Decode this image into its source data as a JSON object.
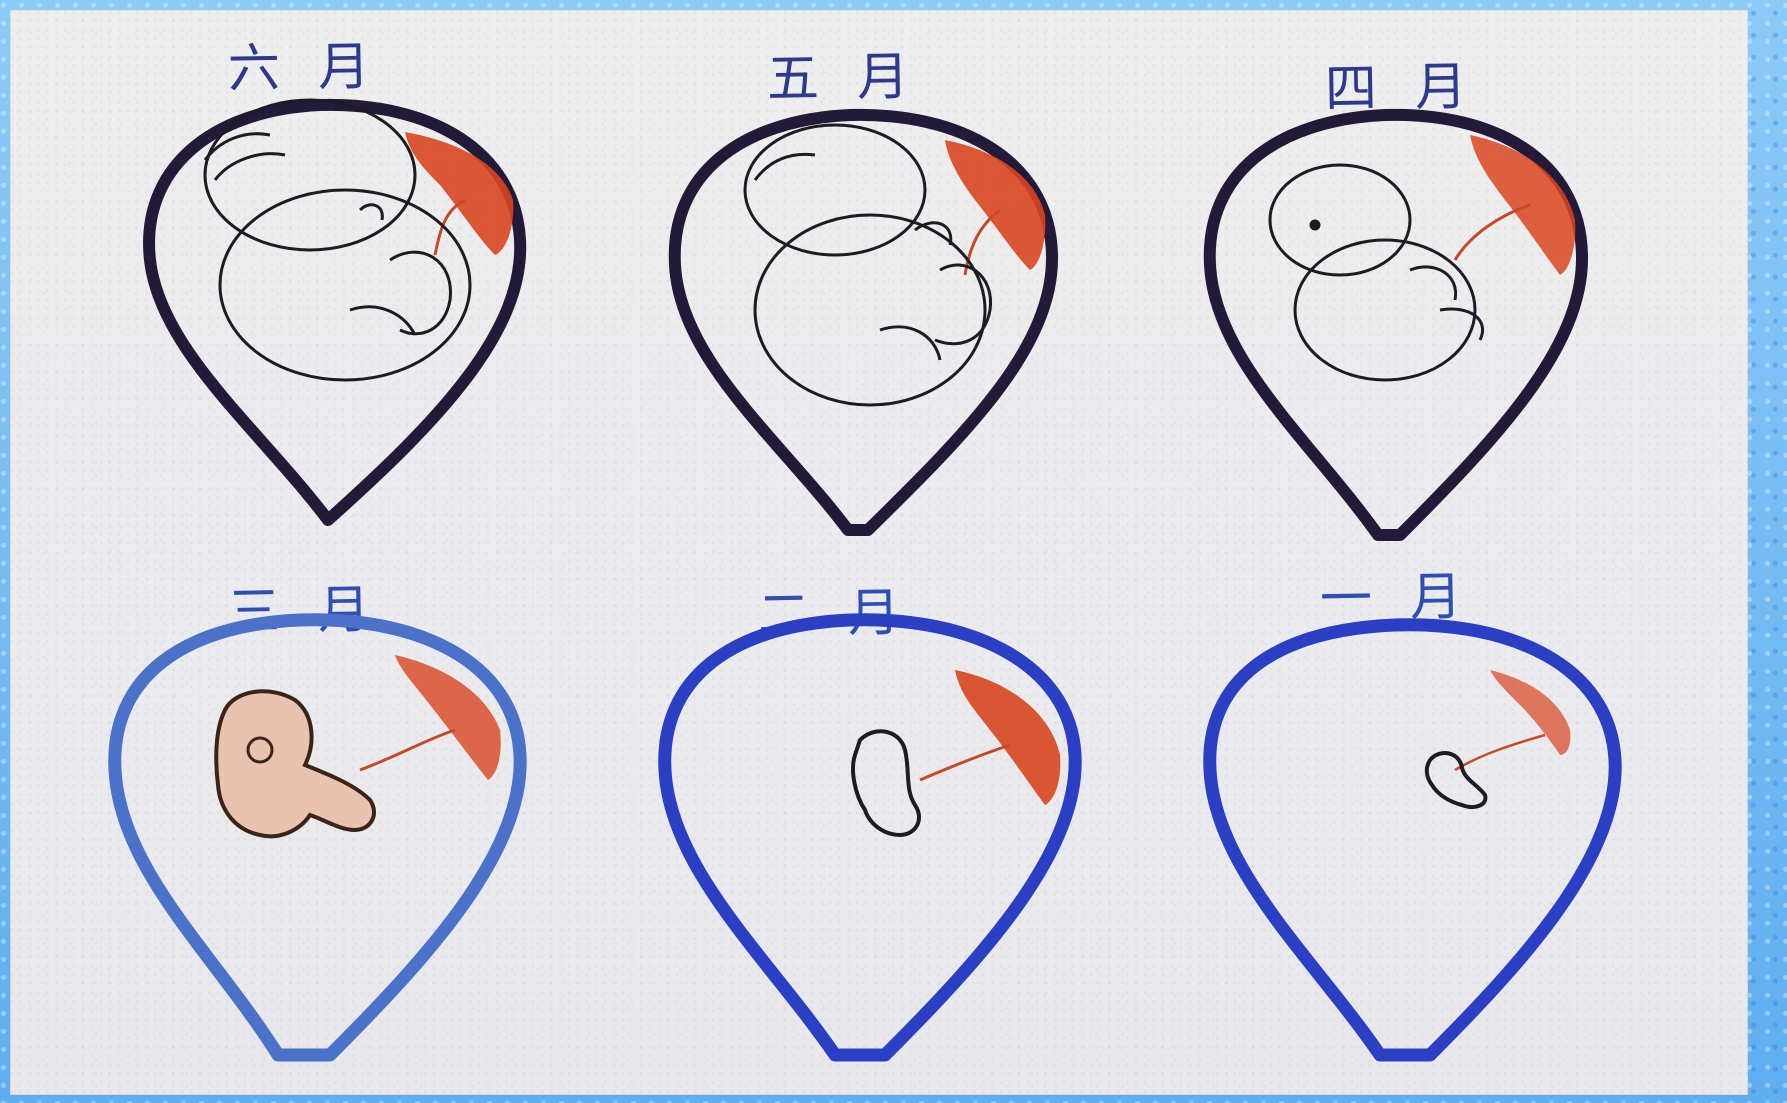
{
  "panels": [
    {
      "id": "month-6",
      "label": "六月"
    },
    {
      "id": "month-5",
      "label": "五月"
    },
    {
      "id": "month-4",
      "label": "四月"
    },
    {
      "id": "month-3",
      "label": "三月"
    },
    {
      "id": "month-2",
      "label": "二月"
    },
    {
      "id": "month-1",
      "label": "一月"
    }
  ],
  "colors": {
    "uterus_dark": "#231a3a",
    "uterus_blue_3": "#4a72c8",
    "uterus_blue": "#2b3fc4",
    "placenta": "#d8451f",
    "fetus_line": "#1c1c24",
    "fetus_fill_3": "#e7c3b0",
    "background_frame": "#6fb7f2"
  }
}
